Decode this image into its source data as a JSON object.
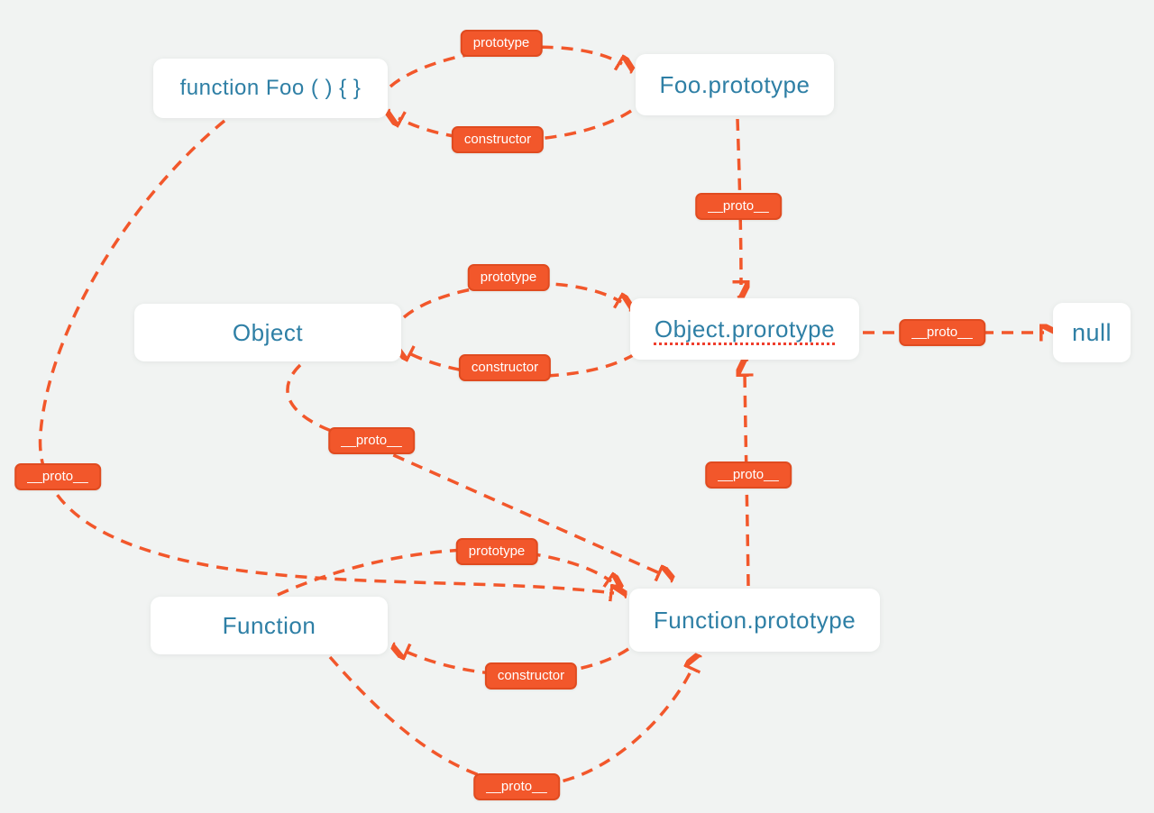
{
  "colors": {
    "background": "#F1F3F2",
    "accent_orange": "#F2572B",
    "node_text_teal": "#2E7FA5",
    "node_background": "#FFFFFF"
  },
  "nodes": [
    {
      "id": "function-foo",
      "label": "function Foo ( ) { }"
    },
    {
      "id": "foo-prototype",
      "label": "Foo.prototype"
    },
    {
      "id": "object",
      "label": "Object"
    },
    {
      "id": "object-prototype",
      "label": "Object.prorotype",
      "spellcheck_underline": true
    },
    {
      "id": "null",
      "label": "null"
    },
    {
      "id": "function",
      "label": "Function"
    },
    {
      "id": "function-prototype",
      "label": "Function.prototype"
    }
  ],
  "edges": [
    {
      "from": "function-foo",
      "to": "foo-prototype",
      "label": "prototype"
    },
    {
      "from": "foo-prototype",
      "to": "function-foo",
      "label": "constructor"
    },
    {
      "from": "foo-prototype",
      "to": "object-prototype",
      "label": "__proto__"
    },
    {
      "from": "object",
      "to": "object-prototype",
      "label": "prototype"
    },
    {
      "from": "object-prototype",
      "to": "object",
      "label": "constructor"
    },
    {
      "from": "object-prototype",
      "to": "null",
      "label": "__proto__"
    },
    {
      "from": "function-foo",
      "to": "function-prototype",
      "label": "__proto__"
    },
    {
      "from": "object",
      "to": "function-prototype",
      "label": "__proto__"
    },
    {
      "from": "function-prototype",
      "to": "object-prototype",
      "label": "__proto__"
    },
    {
      "from": "function",
      "to": "function-prototype",
      "label": "prototype"
    },
    {
      "from": "function-prototype",
      "to": "function",
      "label": "constructor"
    },
    {
      "from": "function",
      "to": "function-prototype",
      "label": "__proto__"
    }
  ]
}
